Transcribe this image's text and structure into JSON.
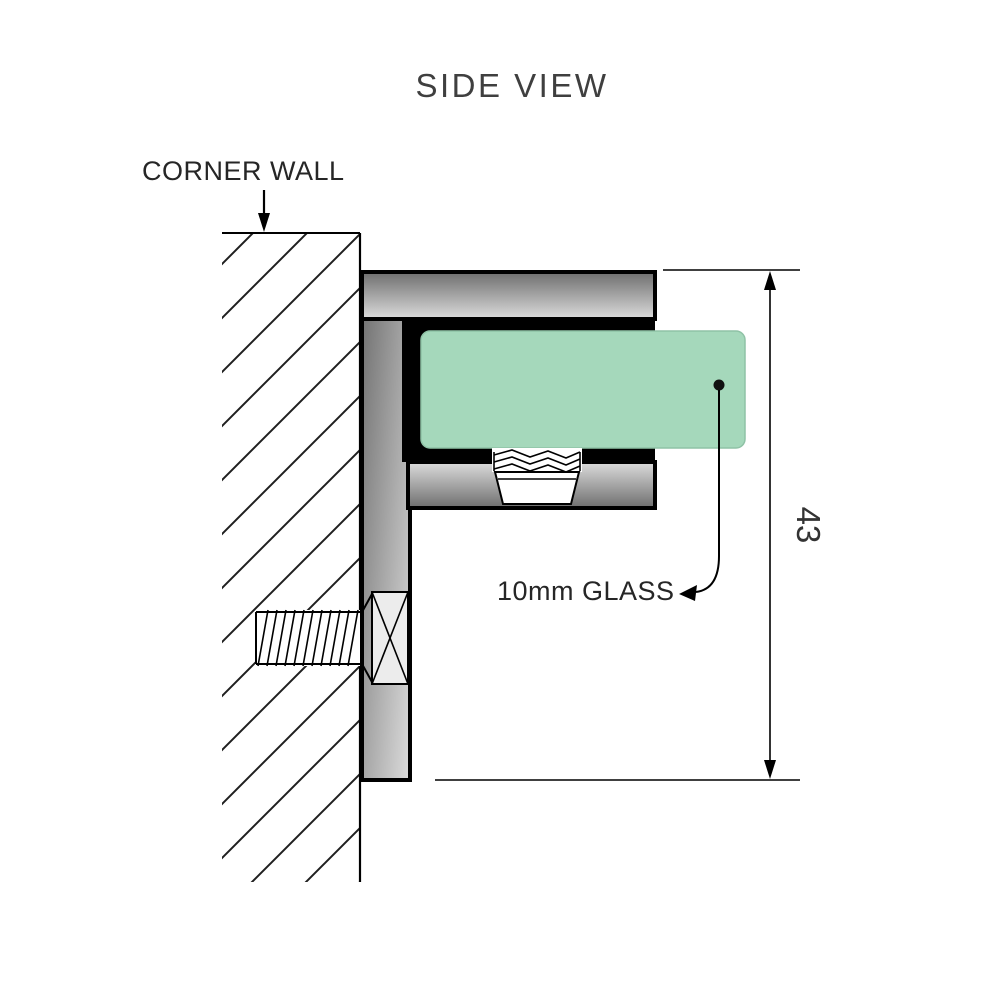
{
  "diagram": {
    "title": "SIDE VIEW",
    "corner_wall_label": "CORNER WALL",
    "glass_label": "10mm GLASS",
    "dimension_value": "43",
    "colors": {
      "glass": "#a5d8bb",
      "glass_edge": "#8fc2a6",
      "metal_dark": "#6e6e6e",
      "metal_light": "#dcdcdc",
      "outline": "#000000",
      "title_text": "#3f3f3f",
      "label_text": "#262626"
    }
  }
}
